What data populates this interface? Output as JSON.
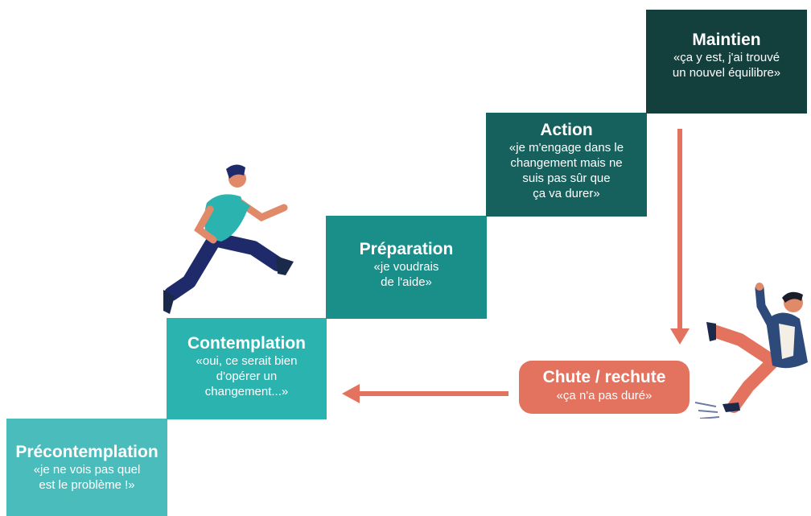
{
  "stages": [
    {
      "title": "Précontemplation",
      "quote_lines": [
        "«je ne vois pas quel",
        "est le problème !»"
      ]
    },
    {
      "title": "Contemplation",
      "quote_lines": [
        "«oui, ce serait bien",
        "d'opérer un",
        "changement...»"
      ]
    },
    {
      "title": "Préparation",
      "quote_lines": [
        "«je voudrais",
        "de l'aide»"
      ]
    },
    {
      "title": "Action",
      "quote_lines": [
        "«je m'engage dans le",
        "changement mais ne",
        "suis pas sûr que",
        "ça va durer»"
      ]
    },
    {
      "title": "Maintien",
      "quote_lines": [
        "«ça y est, j'ai trouvé",
        "un nouvel équilibre»"
      ]
    }
  ],
  "relapse": {
    "title": "Chute / rechute",
    "quote": "«ça n'a pas duré»"
  },
  "colors": {
    "stage1": "#4bbcbc",
    "stage2": "#2bb3b0",
    "stage3": "#1a8f8a",
    "stage4": "#16605d",
    "stage5": "#13403d",
    "relapse": "#e3735f",
    "arrow": "#e3735f"
  },
  "icons": [
    "running-person-icon",
    "falling-person-icon"
  ]
}
